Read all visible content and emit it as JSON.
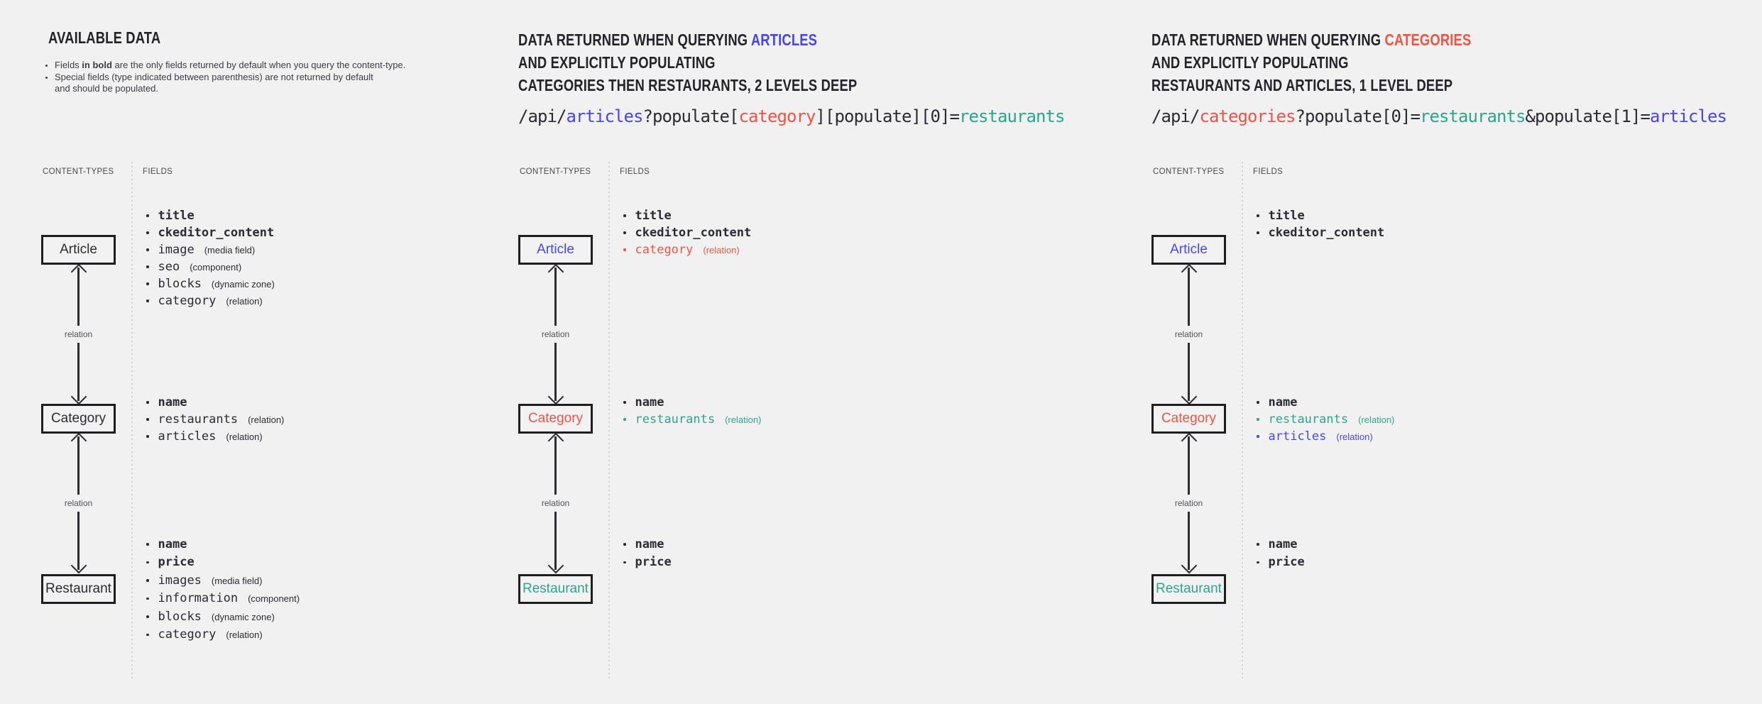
{
  "colors": {
    "dark": "#2b2b33",
    "blue": "#4845ee",
    "red": "#ec5546",
    "teal": "#2ca58e"
  },
  "panels": [
    {
      "title": "AVAILABLE DATA",
      "notes": [
        {
          "parts": [
            {
              "text": "Fields "
            },
            {
              "text": "in bold",
              "bold": true
            },
            {
              "text": " are the only fields returned by default when you query the content-type."
            }
          ]
        },
        {
          "parts": [
            {
              "text": "Special fields (type indicated between parenthesis) are not returned by default"
            },
            {
              "br": true
            },
            {
              "text": "and should be populated."
            }
          ]
        }
      ],
      "labels": {
        "content_types": "CONTENT-TYPES",
        "fields": "FIELDS",
        "relation": "relation"
      },
      "entities": [
        {
          "name": "Article",
          "color": "dark",
          "fields": [
            {
              "name": "title",
              "bold": true,
              "color": "dark"
            },
            {
              "name": "ckeditor_content",
              "bold": true,
              "color": "dark"
            },
            {
              "name": "image",
              "annotation": "(media field)",
              "color": "dark"
            },
            {
              "name": "seo",
              "annotation": "(component)",
              "color": "dark"
            },
            {
              "name": "blocks",
              "annotation": "(dynamic zone)",
              "color": "dark"
            },
            {
              "name": "category",
              "annotation": "(relation)",
              "color": "dark"
            }
          ]
        },
        {
          "name": "Category",
          "color": "dark",
          "fields": [
            {
              "name": "name",
              "bold": true,
              "color": "dark"
            },
            {
              "name": "restaurants",
              "annotation": "(relation)",
              "color": "dark"
            },
            {
              "name": "articles",
              "annotation": "(relation)",
              "color": "dark"
            }
          ]
        },
        {
          "name": "Restaurant",
          "color": "dark",
          "fields": [
            {
              "name": "name",
              "bold": true,
              "color": "dark"
            },
            {
              "name": "price",
              "bold": true,
              "color": "dark"
            },
            {
              "name": "images",
              "annotation": "(media field)",
              "color": "dark"
            },
            {
              "name": "information",
              "annotation": "(component)",
              "color": "dark"
            },
            {
              "name": "blocks",
              "annotation": "(dynamic zone)",
              "color": "dark"
            },
            {
              "name": "category",
              "annotation": "(relation)",
              "color": "dark"
            }
          ]
        }
      ]
    },
    {
      "heading": {
        "line1_prefix": "DATA RETURNED WHEN QUERYING ",
        "line1_highlight": "ARTICLES",
        "highlight_color": "blue",
        "line2": "AND EXPLICITLY POPULATING",
        "line3": "CATEGORIES THEN RESTAURANTS, 2 LEVELS DEEP"
      },
      "code": [
        {
          "text": "/api/",
          "color": "dark"
        },
        {
          "text": "articles",
          "color": "blue"
        },
        {
          "text": "?populate[",
          "color": "dark"
        },
        {
          "text": "category",
          "color": "red"
        },
        {
          "text": "][populate][0]=",
          "color": "dark"
        },
        {
          "text": "restaurants",
          "color": "teal"
        }
      ],
      "labels": {
        "content_types": "CONTENT-TYPES",
        "fields": "FIELDS",
        "relation": "relation"
      },
      "entities": [
        {
          "name": "Article",
          "color": "blue",
          "fields": [
            {
              "name": "title",
              "bold": true,
              "color": "dark"
            },
            {
              "name": "ckeditor_content",
              "bold": true,
              "color": "dark"
            },
            {
              "name": "category",
              "annotation": "(relation)",
              "color": "red"
            }
          ]
        },
        {
          "name": "Category",
          "color": "red",
          "fields": [
            {
              "name": "name",
              "bold": true,
              "color": "dark"
            },
            {
              "name": "restaurants",
              "annotation": "(relation)",
              "color": "teal"
            }
          ]
        },
        {
          "name": "Restaurant",
          "color": "teal",
          "fields": [
            {
              "name": "name",
              "bold": true,
              "color": "dark"
            },
            {
              "name": "price",
              "bold": true,
              "color": "dark"
            }
          ]
        }
      ]
    },
    {
      "heading": {
        "line1_prefix": "DATA RETURNED WHEN QUERYING ",
        "line1_highlight": "CATEGORIES",
        "highlight_color": "red",
        "line2": "AND EXPLICITLY POPULATING",
        "line3": "RESTAURANTS AND ARTICLES, 1 LEVEL DEEP"
      },
      "code": [
        {
          "text": "/api/",
          "color": "dark"
        },
        {
          "text": "categories",
          "color": "red"
        },
        {
          "text": "?populate[0]=",
          "color": "dark"
        },
        {
          "text": "restaurants",
          "color": "teal"
        },
        {
          "text": "&populate[1]=",
          "color": "dark"
        },
        {
          "text": "articles",
          "color": "blue"
        }
      ],
      "labels": {
        "content_types": "CONTENT-TYPES",
        "fields": "FIELDS",
        "relation": "relation"
      },
      "entities": [
        {
          "name": "Article",
          "color": "blue",
          "fields": [
            {
              "name": "title",
              "bold": true,
              "color": "dark"
            },
            {
              "name": "ckeditor_content",
              "bold": true,
              "color": "dark"
            }
          ]
        },
        {
          "name": "Category",
          "color": "red",
          "fields": [
            {
              "name": "name",
              "bold": true,
              "color": "dark"
            },
            {
              "name": "restaurants",
              "annotation": "(relation)",
              "color": "teal"
            },
            {
              "name": "articles",
              "annotation": "(relation)",
              "color": "blue"
            }
          ]
        },
        {
          "name": "Restaurant",
          "color": "teal",
          "fields": [
            {
              "name": "name",
              "bold": true,
              "color": "dark"
            },
            {
              "name": "price",
              "bold": true,
              "color": "dark"
            }
          ]
        }
      ]
    }
  ]
}
